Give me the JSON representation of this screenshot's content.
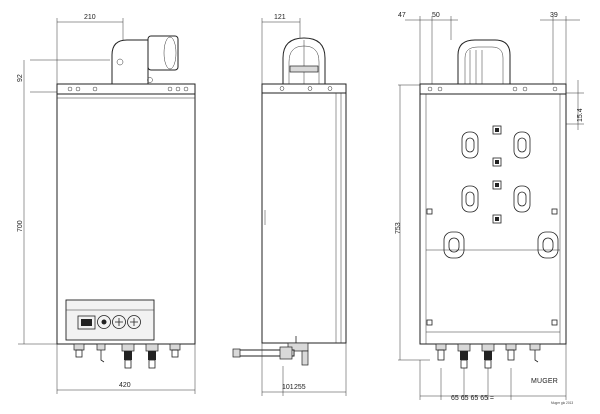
{
  "front_view": {
    "dim_top_width": "210",
    "dim_flue_height": "92",
    "dim_body_height": "700",
    "dim_bottom_width": "420"
  },
  "side_view": {
    "dim_top": "121",
    "dim_bottom_left": "101",
    "dim_bottom_right": "255"
  },
  "back_view": {
    "dim_top_a": "47",
    "dim_top_b": "50",
    "dim_top_c": "39",
    "dim_right_small": "15.4",
    "dim_left_height": "753",
    "dim_bottom_spacing": "65 65 65 65 =",
    "brand": "MUGER",
    "plate_text": "Muger glo 2013"
  },
  "colors": {
    "line": "#222222",
    "panel": "#f2f2f2",
    "shade": "#d9d9d9"
  }
}
